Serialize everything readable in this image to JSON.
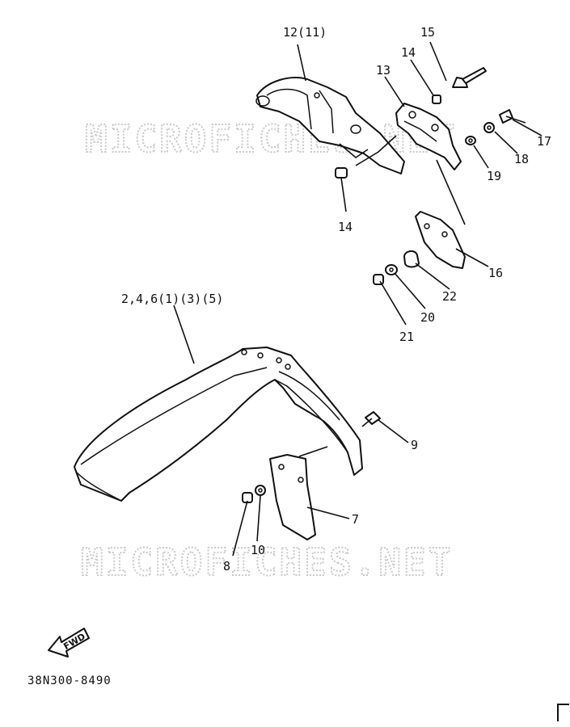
{
  "watermark": "MICROFICHES.NET",
  "diagram_code": "38N300-8490",
  "fwd_label": "FWD",
  "callouts": {
    "c12": "12(11)",
    "c15": "15",
    "c14a": "14",
    "c13": "13",
    "c17": "17",
    "c18": "18",
    "c19": "19",
    "c14b": "14",
    "c16": "16",
    "c22": "22",
    "c20": "20",
    "c21": "21",
    "c2": "2,4,6(1)(3)(5)",
    "c9": "9",
    "c7": "7",
    "c10": "10",
    "c8": "8"
  }
}
